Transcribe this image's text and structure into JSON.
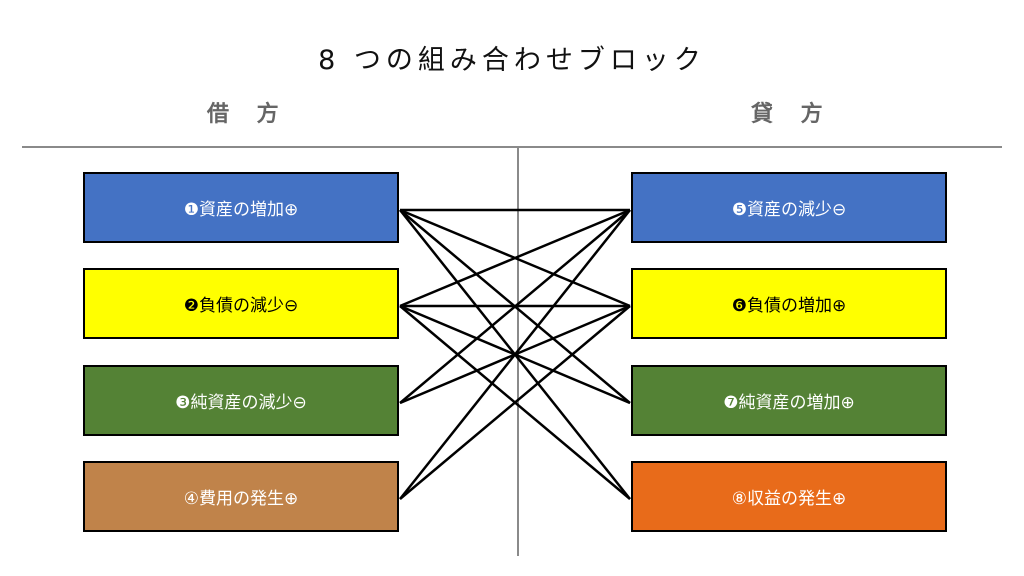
{
  "title": "8 つの組み合わせブロック",
  "debit_label": "借 方",
  "credit_label": "貸 方",
  "blocks_left": [
    {
      "label": "❶資産の増加⊕",
      "color": "#4472c4",
      "text_color": "#ffffff"
    },
    {
      "label": "❷負債の減少⊖",
      "color": "#ffff00",
      "text_color": "#000000"
    },
    {
      "label": "❸純資産の減少⊖",
      "color": "#548235",
      "text_color": "#ffffff"
    },
    {
      "label": "④費用の発生⊕",
      "color": "#c0834a",
      "text_color": "#ffffff"
    }
  ],
  "blocks_right": [
    {
      "label": "❺資産の減少⊖",
      "color": "#4472c4",
      "text_color": "#ffffff"
    },
    {
      "label": "❻負債の増加⊕",
      "color": "#ffff00",
      "text_color": "#000000"
    },
    {
      "label": "❼純資産の増加⊕",
      "color": "#548235",
      "text_color": "#ffffff"
    },
    {
      "label": "⑧収益の発生⊕",
      "color": "#e86b1a",
      "text_color": "#ffffff"
    }
  ],
  "connections": [
    [
      1,
      5
    ],
    [
      1,
      6
    ],
    [
      1,
      7
    ],
    [
      1,
      8
    ],
    [
      2,
      5
    ],
    [
      2,
      6
    ],
    [
      2,
      7
    ],
    [
      2,
      8
    ],
    [
      3,
      5
    ],
    [
      3,
      6
    ],
    [
      4,
      5
    ],
    [
      4,
      6
    ]
  ]
}
